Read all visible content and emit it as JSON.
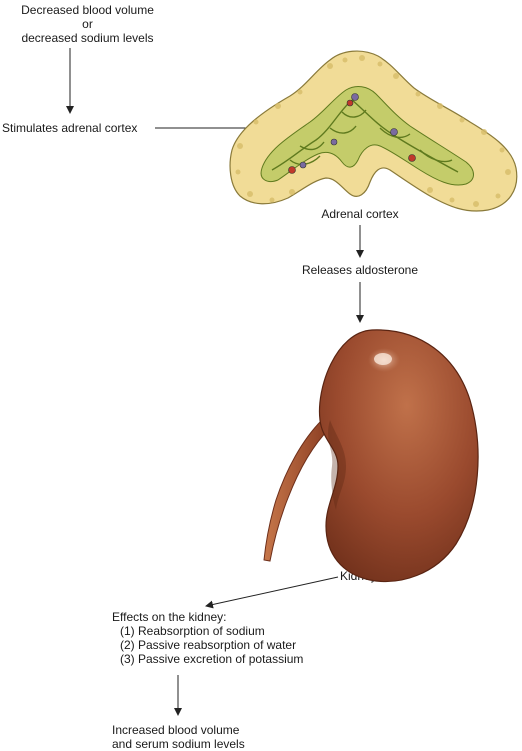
{
  "trigger": {
    "line1": "Decreased blood volume",
    "line2": "or",
    "line3": "decreased sodium levels"
  },
  "stimulates_label": "Stimulates adrenal cortex",
  "adrenal_label": "Adrenal cortex",
  "releases_label": "Releases aldosterone",
  "kidney_label": "Kidney",
  "effects": {
    "heading": "Effects on the kidney:",
    "items": [
      "(1) Reabsorption of sodium",
      "(2) Passive reabsorption of water",
      "(3) Passive excretion of potassium"
    ]
  },
  "outcome": {
    "line1": "Increased blood volume",
    "line2": "and serum sodium levels"
  },
  "colors": {
    "adrenal_outer": "#f1dc97",
    "adrenal_inner": "#c4cc6a",
    "adrenal_veins": "#5f7a1e",
    "kidney_fill": "#9a4a2e",
    "kidney_dark": "#6e2f1a",
    "ureter": "#a9552f",
    "arrow": "#222222"
  }
}
